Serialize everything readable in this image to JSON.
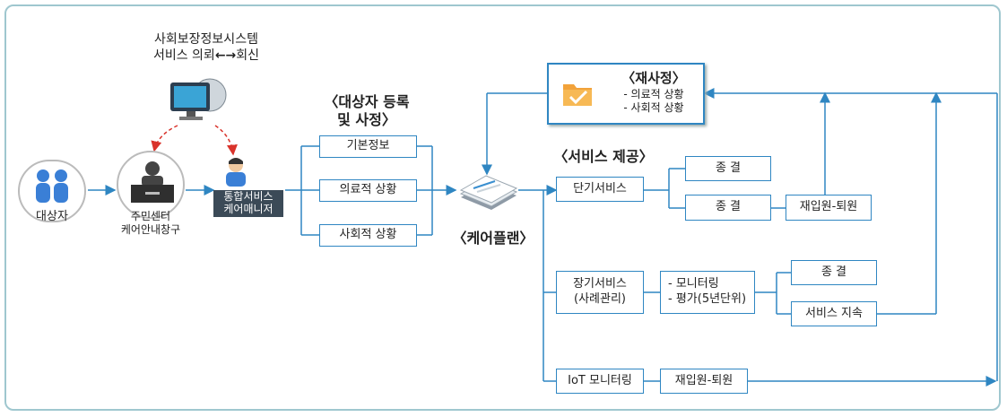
{
  "top_caption": {
    "line1": "사회보장정보시스템",
    "line2_left": "서비스 의뢰",
    "line2_right": "회신",
    "arrow_glyph": "←→"
  },
  "person": {
    "label": "대상자"
  },
  "center": {
    "line1": "주민센터",
    "line2": "케어안내창구"
  },
  "manager": {
    "line1": "통합서비스",
    "line2": "케어매니저"
  },
  "registration": {
    "title_line1": "〈대상자 등록",
    "title_line2": "및 사정〉",
    "items": [
      "기본정보",
      "의료적 상황",
      "사회적 상황"
    ]
  },
  "careplan": {
    "label": "〈케어플랜〉"
  },
  "reassessment": {
    "title": "〈재사정〉",
    "items": [
      "- 의료적 상황",
      "- 사회적 상황"
    ]
  },
  "service": {
    "title": "〈서비스 제공〉"
  },
  "short_term": {
    "label": "단기서비스",
    "end1": "종  결",
    "end2": "종  결",
    "readmit": "재입원-퇴원"
  },
  "long_term": {
    "line1": "장기서비스",
    "line2": "(사례관리)",
    "monitor1": "- 모니터링",
    "monitor2": "- 평가(5년단위)",
    "end": "종  결",
    "continue": "서비스 지속"
  },
  "iot": {
    "label": "IoT 모니터링",
    "readmit": "재입원-퇴원"
  },
  "colors": {
    "line": "#2f86c2",
    "red_dash": "#d9332b",
    "folder": "#f2a23a",
    "people": "#3a7fd6"
  }
}
